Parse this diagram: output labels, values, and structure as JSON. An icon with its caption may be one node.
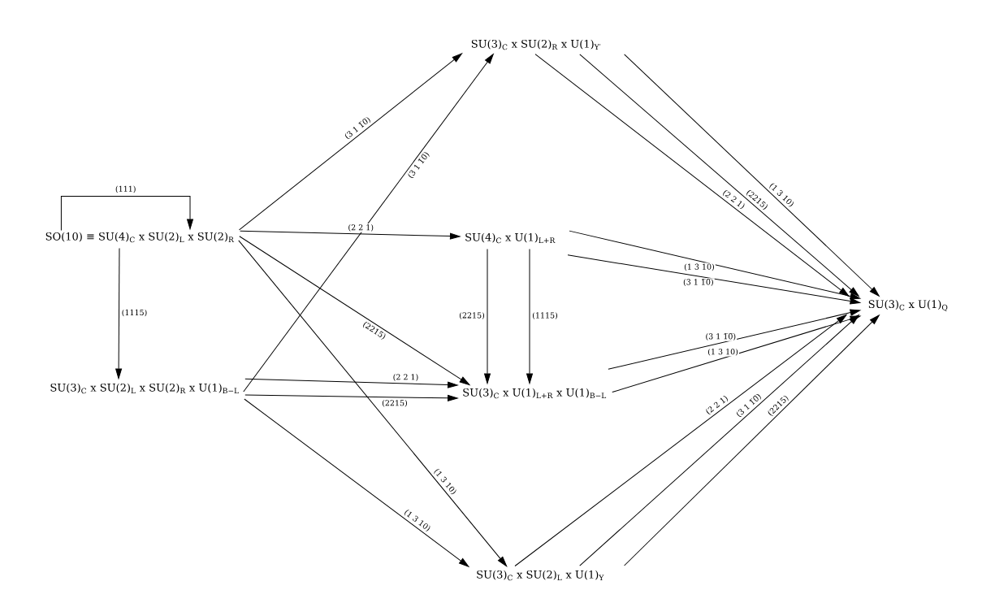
{
  "diagram": {
    "nodes": [
      {
        "text": [
          "SO(10) ≡ SU(4)$_{C}$ x SU(2)$_{L}$ x SU(2)$_{R}$"
        ]
      },
      {
        "text": [
          "SU(3)$_{C}$ x SU(2)$_{L}$ x SU(2)$_{R}$ x U(1)$_{B−L}$"
        ]
      },
      {
        "text": [
          "SU(3)$_{C}$ x SU(2)$_{R}$ x U(1)$_{Y′}$"
        ]
      },
      {
        "text": [
          "SU(4)$_{C}$ x U(1)$_{L+R}$"
        ]
      },
      {
        "text": [
          "SU(3)$_{C}$ x U(1)$_{L+R}$ x U(1)$_{B−L}$"
        ]
      },
      {
        "text": [
          "SU(3)$_{C}$ x SU(2)$_{L}$ x U(1)$_{Y}$"
        ]
      },
      {
        "text": [
          "SU(3)$_{C}$ x U(1)$_{Q}$"
        ]
      }
    ],
    "edges": [
      {
        "from": 0,
        "to": 0,
        "arrow": "to",
        "label": "(111)"
      },
      {
        "from": 0,
        "to": 1,
        "arrow": "to",
        "label": "(1115)"
      },
      {
        "from": 0,
        "to": 2,
        "arrow": "to",
        "label": "(3 1 1̅0̅)"
      },
      {
        "from": 0,
        "to": 3,
        "arrow": "to",
        "label": "(2 2 1)"
      },
      {
        "from": 0,
        "to": 4,
        "arrow": "to",
        "label": "(2215)"
      },
      {
        "from": 0,
        "to": 5,
        "arrow": "to",
        "label": "(1 3 10)"
      },
      {
        "from": 1,
        "to": 2,
        "arrow": "to",
        "label": "(3 1 1̅0̅)"
      },
      {
        "from": 1,
        "to": 4,
        "arrow": "to",
        "label": "(2 2 1)"
      },
      {
        "from": 1,
        "to": 4,
        "arrow": "to",
        "label": "(2215)"
      },
      {
        "from": 1,
        "to": 5,
        "arrow": "to",
        "label": "(1 3 10)"
      },
      {
        "from": 3,
        "to": 4,
        "arrow": "to",
        "label": "(2215)"
      },
      {
        "from": 3,
        "to": 4,
        "arrow": "to",
        "label": "(1115)"
      },
      {
        "from": 2,
        "to": 6,
        "arrow": "to",
        "label": "(1 3 10)"
      },
      {
        "from": 2,
        "to": 6,
        "arrow": "to",
        "label": "(2215)"
      },
      {
        "from": 2,
        "to": 6,
        "arrow": "to",
        "label": "(2 2 1)"
      },
      {
        "from": 3,
        "to": 6,
        "arrow": "to",
        "label": "(1 3 10)"
      },
      {
        "from": 3,
        "to": 6,
        "arrow": "to",
        "label": "(3 1 1̅0̅)"
      },
      {
        "from": 4,
        "to": 6,
        "arrow": "to",
        "label": "(3 1 1̅0̅)"
      },
      {
        "from": 4,
        "to": 6,
        "arrow": "to",
        "label": "(1 3 10)"
      },
      {
        "from": 5,
        "to": 6,
        "arrow": "to",
        "label": "(2 2 1)"
      },
      {
        "from": 5,
        "to": 6,
        "arrow": "to",
        "label": "(3 1 1̅0̅)"
      },
      {
        "from": 5,
        "to": 6,
        "arrow": "to",
        "label": "(2215)"
      }
    ]
  }
}
